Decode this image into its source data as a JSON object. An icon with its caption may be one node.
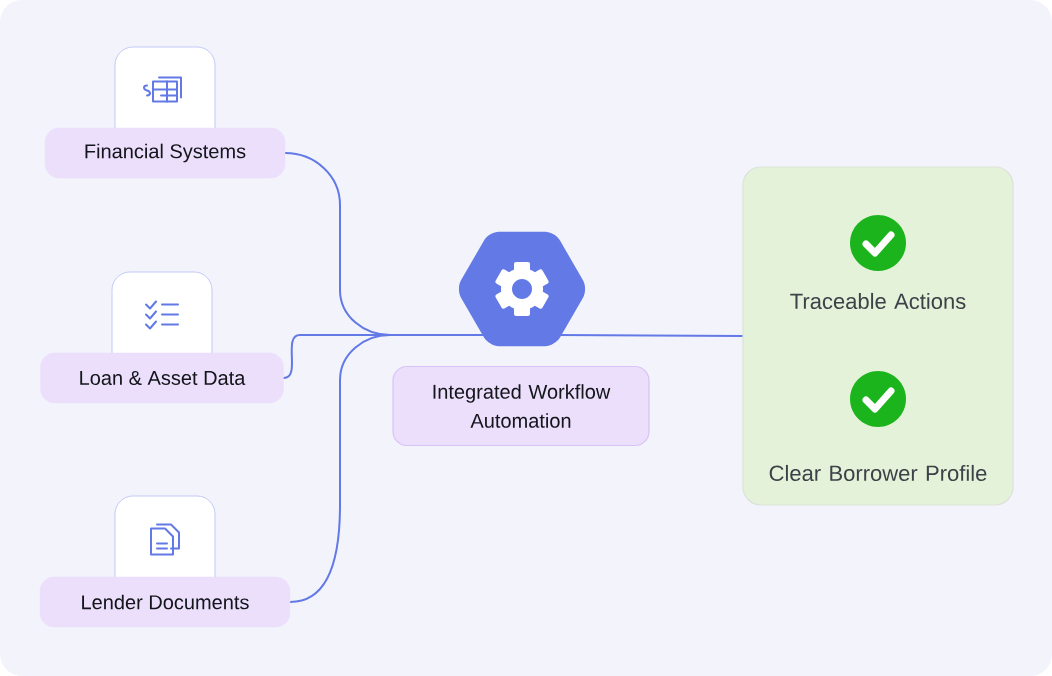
{
  "diagram": {
    "nodes": [
      {
        "text": [
          "Financial Systems"
        ]
      },
      {
        "text": [
          "Loan & Asset Data"
        ]
      },
      {
        "text": [
          "Lender Documents"
        ]
      },
      {
        "text": [],
        "shape": "hexagon"
      },
      {
        "text": [
          "Integrated Workflow Automation"
        ]
      },
      {
        "text": [
          "Traceable Actions",
          "Clear Borrower Profile"
        ]
      }
    ],
    "edges": [
      {
        "from": 0,
        "to": 3,
        "arrow": "none"
      },
      {
        "from": 1,
        "to": 3,
        "arrow": "none"
      },
      {
        "from": 2,
        "to": 3,
        "arrow": "none"
      },
      {
        "from": 3,
        "to": 5,
        "arrow": "none"
      }
    ]
  }
}
